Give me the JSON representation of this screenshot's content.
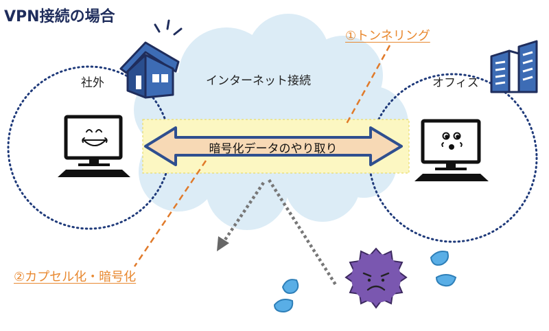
{
  "title": "VPN接続の場合",
  "labels": {
    "left_site": "社外",
    "internet": "インターネット接続",
    "right_site": "オフィス"
  },
  "arrow": {
    "label": "暗号化データのやり取り"
  },
  "annotations": {
    "tunneling": "①トンネリング",
    "encapsulation": "②カプセル化・暗号化"
  },
  "colors": {
    "title": "#1f2d5c",
    "annotation": "#e8882f",
    "circle_dots": "#1f3a7a",
    "cloud": "#dcecf6",
    "tunnel_band": "#fcf7c2",
    "arrow_fill": "#f7d9b5",
    "arrow_stroke": "#2f4f8f",
    "house": "#3d6cb5",
    "virus": "#7a57b0",
    "drop": "#59aee6"
  },
  "icons": [
    "house-icon",
    "office-building-icon",
    "computer-icon",
    "virus-icon",
    "water-drop-icon"
  ]
}
